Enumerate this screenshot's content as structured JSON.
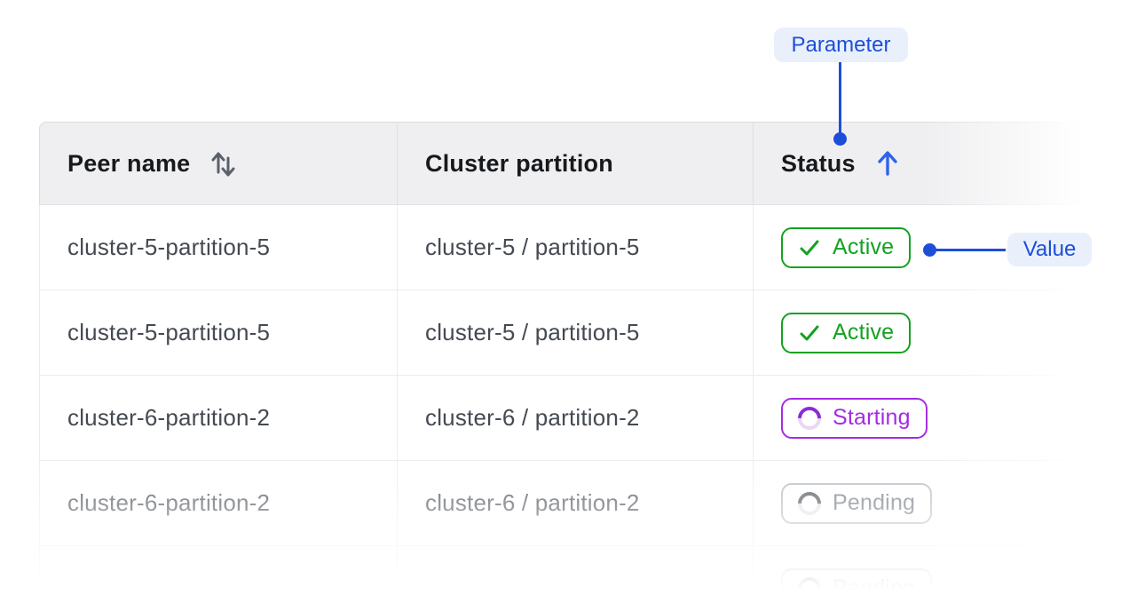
{
  "annotations": {
    "parameter_label": "Parameter",
    "value_label": "Value"
  },
  "colors": {
    "accent_blue": "#1d4ed8",
    "callout_pill_bg": "#e9f0fc",
    "status_active_green": "#13a220",
    "status_starting_purple": "#a42be2",
    "status_pending_gray": "#6e747e",
    "header_bg": "#efeff1"
  },
  "table": {
    "columns": [
      {
        "label": "Peer name",
        "sort": "sortable"
      },
      {
        "label": "Cluster partition",
        "sort": "none"
      },
      {
        "label": "Status",
        "sort": "ascending"
      }
    ],
    "rows": [
      {
        "peer_name": "cluster-5-partition-5",
        "cluster_partition": "cluster-5 / partition-5",
        "status": "Active"
      },
      {
        "peer_name": "cluster-5-partition-5",
        "cluster_partition": "cluster-5 / partition-5",
        "status": "Active"
      },
      {
        "peer_name": "cluster-6-partition-2",
        "cluster_partition": "cluster-6 / partition-2",
        "status": "Starting"
      },
      {
        "peer_name": "cluster-6-partition-2",
        "cluster_partition": "cluster-6 / partition-2",
        "status": "Pending"
      },
      {
        "peer_name": "",
        "cluster_partition": "",
        "status": "Pending"
      }
    ]
  }
}
